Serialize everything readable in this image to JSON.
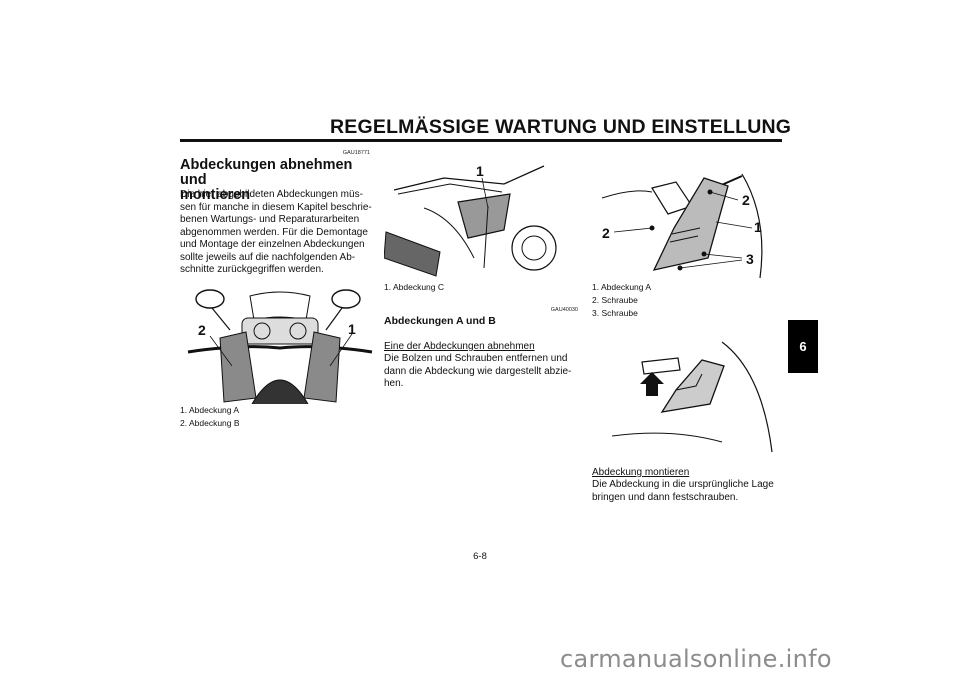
{
  "header": {
    "title": "REGELMÄSSIGE WARTUNG UND EINSTELLUNG"
  },
  "chapter_tab": "6",
  "col1": {
    "code": "GAU18771",
    "heading_line1": "Abdeckungen abnehmen und",
    "heading_line2": "montieren",
    "paragraph": "Die hier abgebildeten Abdeckungen müs-sen für manche in diesem Kapitel beschrie-benen Wartungs- und Reparaturarbeiten abgenommen werden. Für die Demontage und Montage der einzelnen Abdeckungen sollte jeweils auf die nachfolgenden Ab-schnitte zurückgegriffen werden.",
    "figure_labels": [
      "2",
      "1"
    ],
    "captions": [
      "1. Abdeckung A",
      "2. Abdeckung B"
    ]
  },
  "col2": {
    "figure_labels": [
      "1"
    ],
    "captions": [
      "1. Abdeckung C"
    ],
    "code": "GAU40030",
    "heading": "Abdeckungen A und B",
    "subheading": "Eine der Abdeckungen abnehmen",
    "paragraph": "Die Bolzen und Schrauben entfernen und dann die Abdeckung wie dargestellt abzie-hen."
  },
  "col3": {
    "figure_labels": [
      "2",
      "1",
      "2",
      "3"
    ],
    "captions": [
      "1. Abdeckung A",
      "2. Schraube",
      "3. Schraube"
    ],
    "subheading": "Abdeckung montieren",
    "paragraph": "Die Abdeckung in die ursprüngliche Lage bringen und dann festschrauben."
  },
  "page_number": "6-8",
  "watermark": "carmanualsonline.info"
}
